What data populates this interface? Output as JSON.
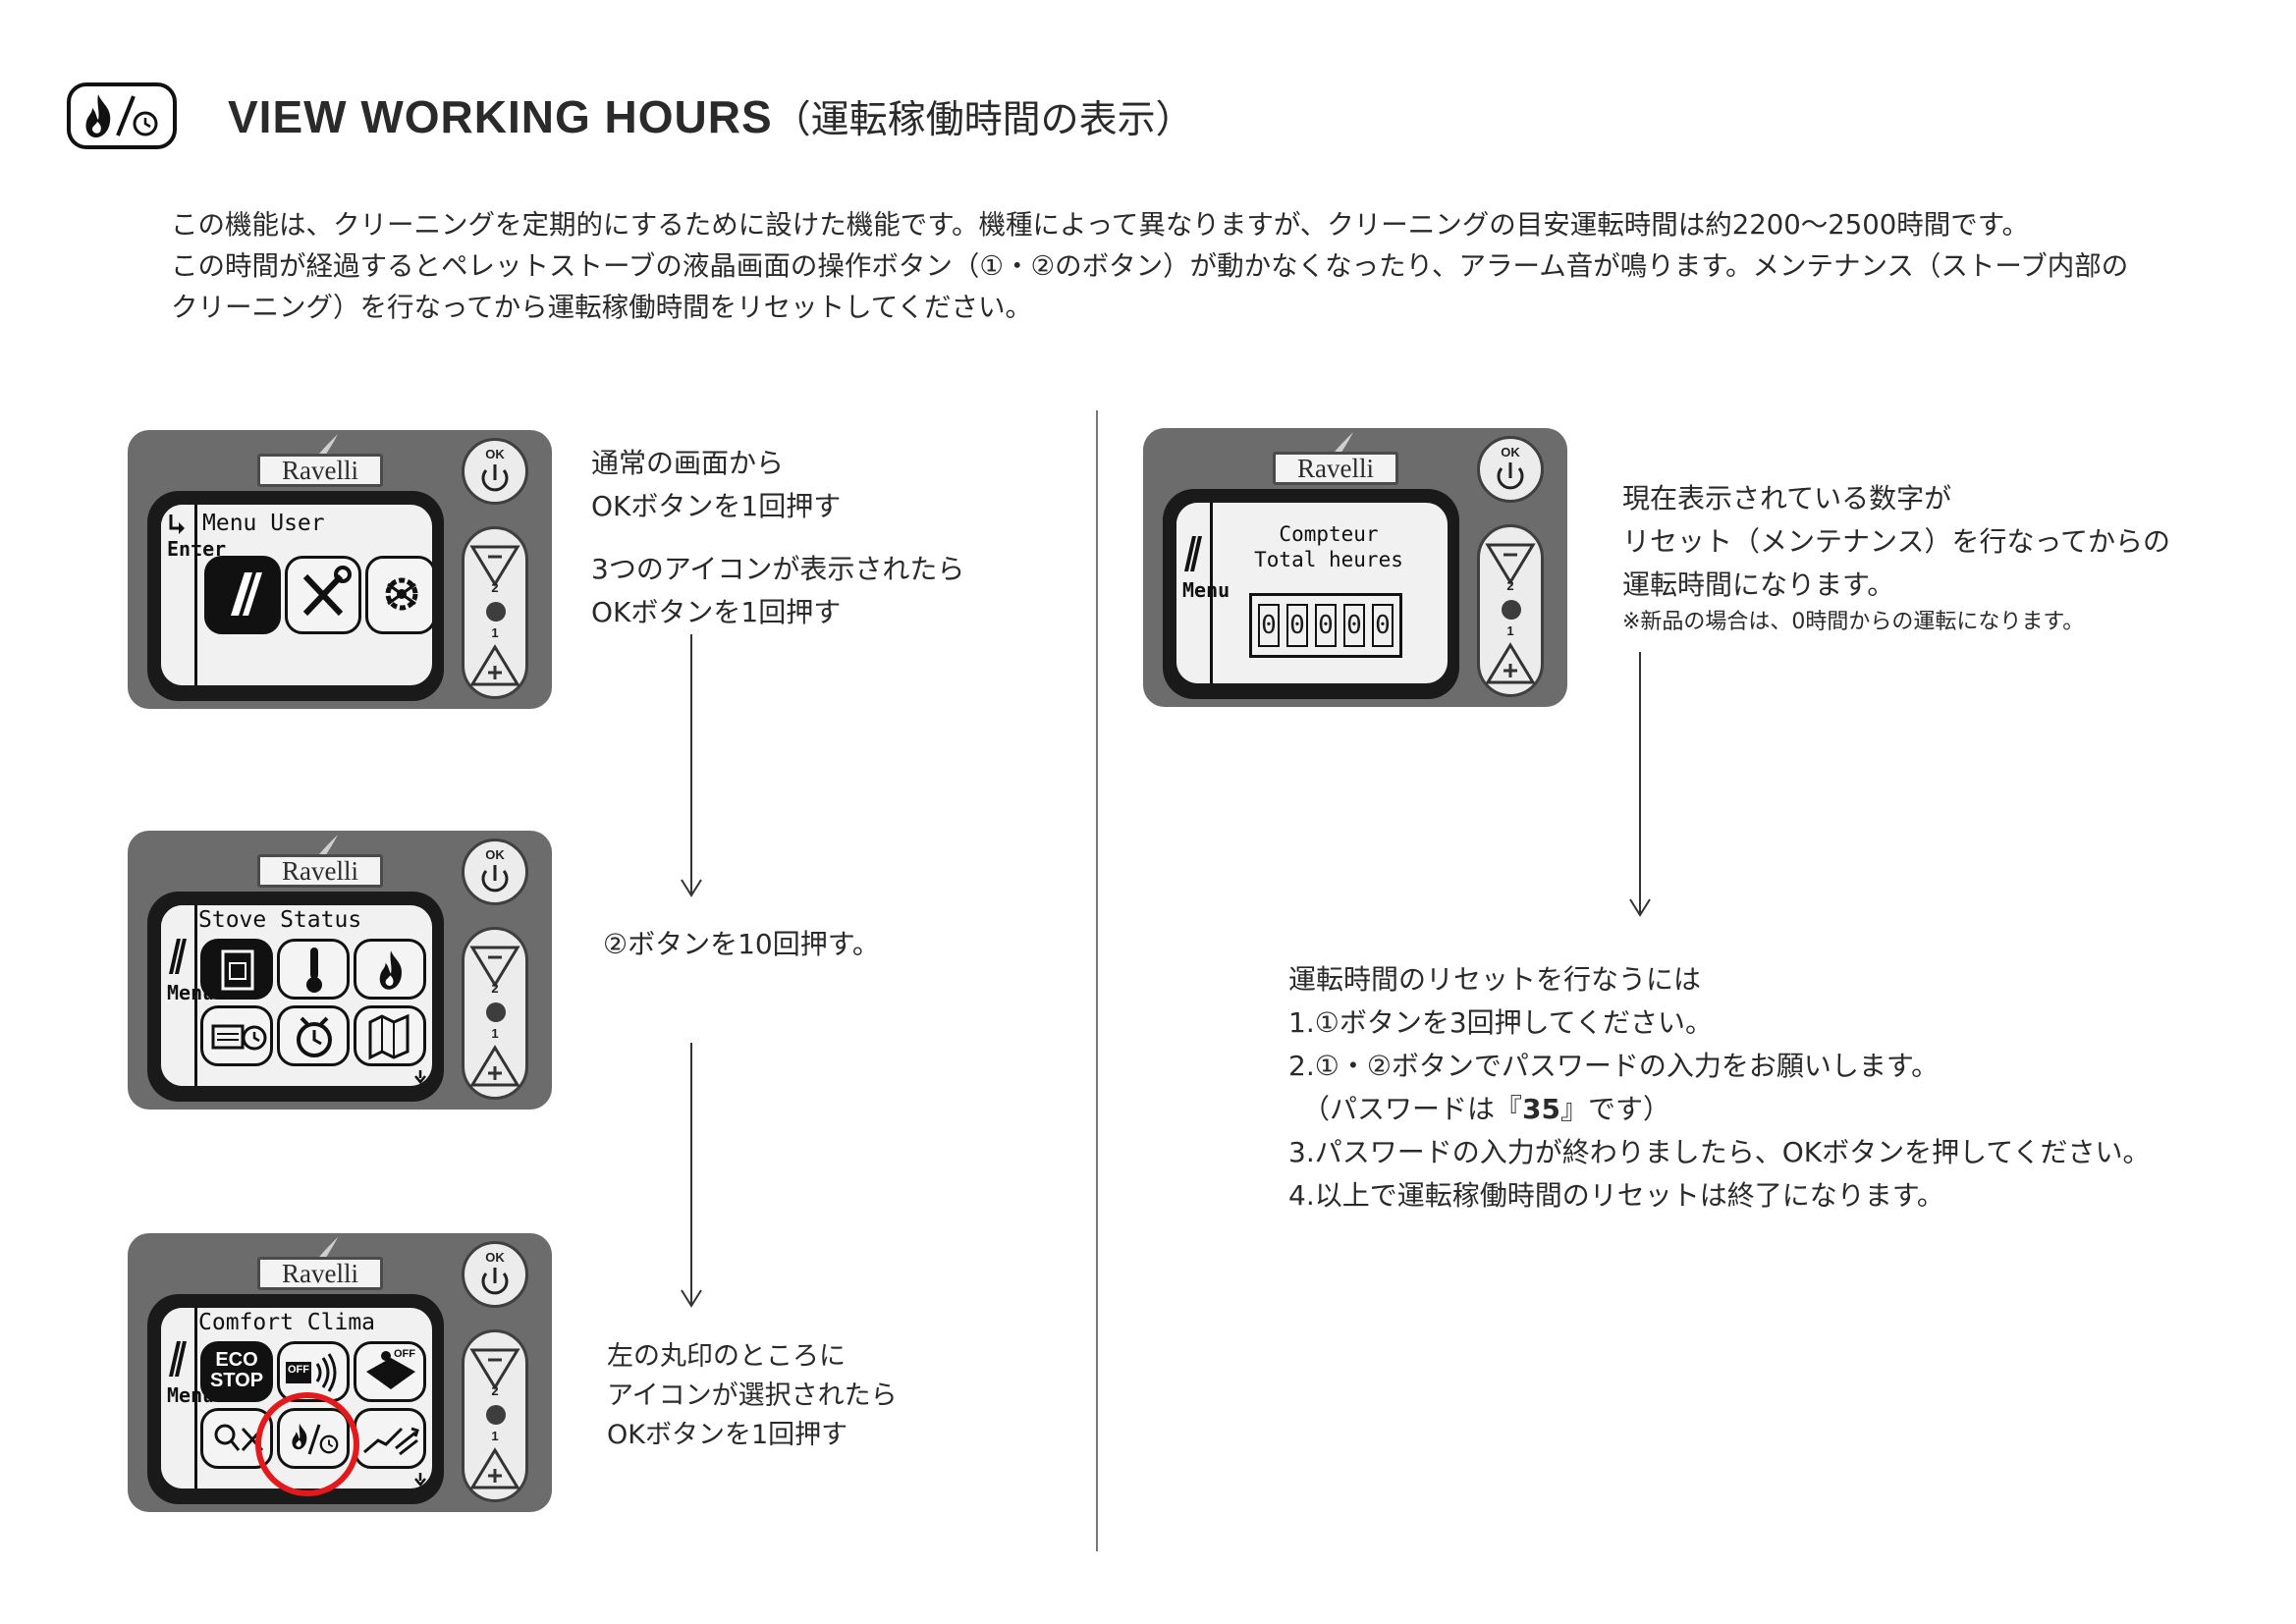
{
  "header": {
    "icon_name": "flame-clock-icon",
    "title_en": "VIEW WORKING HOURS",
    "title_jp": "（運転稼働時間の表示）"
  },
  "intro": [
    "この機能は、クリーニングを定期的にするために設けた機能です。機種によって異なりますが、クリーニングの目安運転時間は約2200〜2500時間です。",
    "この時間が経過するとペレットストーブの液晶画面の操作ボタン（①・②のボタン）が動かなくなったり、アラーム音が鳴ります。メンテナンス（ストーブ内部の",
    "クリーニング）を行なってから運転稼働時間をリセットしてください。"
  ],
  "panels": {
    "brand": "Ravelli",
    "ok_label": "OK",
    "btn_minus_num": "2",
    "btn_plus_num": "1",
    "menu_user": {
      "title": "Menu User",
      "tab_label": "Enter",
      "icons": [
        "pellet-stripes-icon",
        "tools-icon",
        "gear-icon"
      ],
      "selected_index": 0
    },
    "stove_status": {
      "title": "Stove Status",
      "tab_label": "Menu",
      "icons": [
        "stove-icon",
        "thermometer-icon",
        "flame-icon",
        "calendar-clock-icon",
        "timer-icon",
        "map-icon"
      ],
      "selected_index": 0
    },
    "comfort_clima": {
      "title": "Comfort Clima",
      "tab_label": "Menu",
      "eco_line1": "ECO",
      "eco_line2": "STOP",
      "off_label": "OFF",
      "icons": [
        "eco-stop-icon",
        "sound-off-icon",
        "fan-off-icon",
        "search-tools-icon",
        "flame-clock-icon",
        "airflow-icon"
      ],
      "selected_index": 0,
      "highlighted_index": 4
    },
    "compteur": {
      "line1": "Compteur",
      "line2": "Total heures",
      "tab_label": "Menu",
      "digits": [
        "0",
        "0",
        "0",
        "0",
        "0"
      ]
    }
  },
  "steps": {
    "step1_line1": "通常の画面から",
    "step1_line2": "OKボタンを1回押す",
    "step2_line1": "3つのアイコンが表示されたら",
    "step2_line2": "OKボタンを1回押す",
    "step3": "②ボタンを10回押す。",
    "step4_line1": "左の丸印のところに",
    "step4_line2": "アイコンが選択されたら",
    "step4_line3": "OKボタンを1回押す",
    "right1_line1": "現在表示されている数字が",
    "right1_line2": "リセット（メンテナンス）を行なってからの",
    "right1_line3": "運転時間になります。",
    "right1_note": "※新品の場合は、0時間からの運転になります。",
    "reset_title": "運転時間のリセットを行なうには",
    "reset_1": "1.①ボタンを3回押してください。",
    "reset_2": "2.①・②ボタンでパスワードの入力をお願いします。",
    "reset_2b_pre": "（パスワードは『",
    "reset_2b_pw": "35",
    "reset_2b_post": "』です）",
    "reset_3": "3.パスワードの入力が終わりましたら、OKボタンを押してください。",
    "reset_4": "4.以上で運転稼働時間のリセットは終了になります。"
  }
}
